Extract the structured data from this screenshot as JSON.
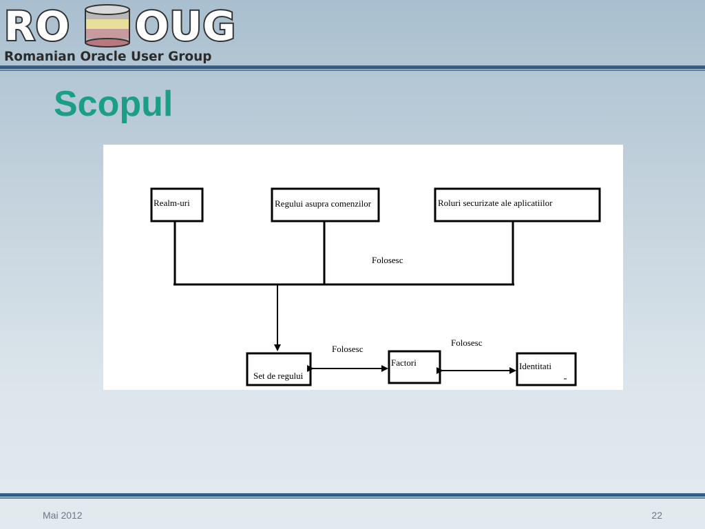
{
  "logo": {
    "word_left": "RO",
    "word_right": "OUG",
    "subtitle": "Romanian Oracle User Group"
  },
  "slide": {
    "title": "Scopul"
  },
  "diagram": {
    "boxes": {
      "realm": "Realm-uri",
      "regului": "Regului asupra comenzilor",
      "roluri": "Roluri securizate ale aplicatiilor",
      "set": "Set de regului",
      "factori": "Factori",
      "identitati": "Identitati"
    },
    "labels": {
      "folosesc_top": "Folosesc",
      "folosesc_left": "Folosesc",
      "folosesc_right": "Folosesc"
    }
  },
  "footer": {
    "date": "Mai 2012",
    "page_number": "22"
  },
  "colors": {
    "title": "#1a9e86",
    "rule": "#2d527a",
    "footer_text": "#6a7785"
  }
}
